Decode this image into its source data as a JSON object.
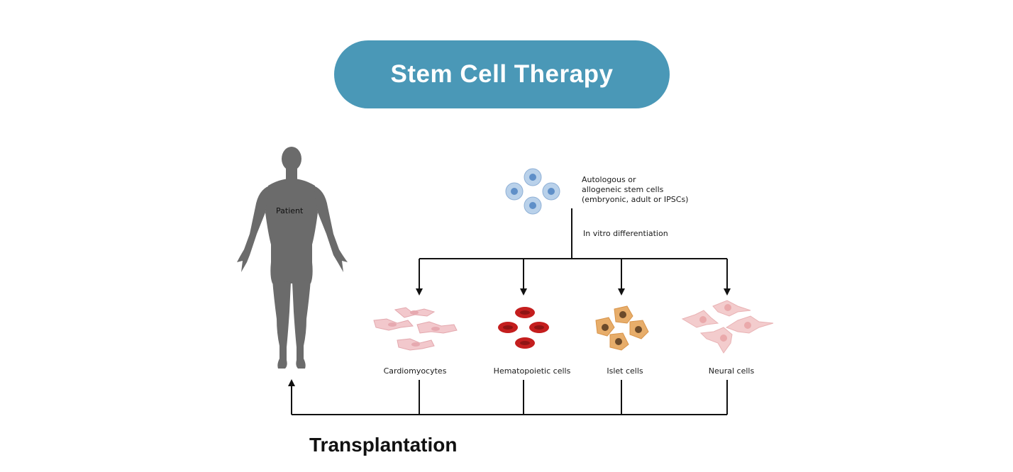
{
  "title": "Stem Cell Therapy",
  "patient_label": "Patient",
  "stem_cells_label": {
    "line1": "Autologous or",
    "line2": "allogeneic stem cells",
    "line3": "(embryonic, adult or IPSCs)"
  },
  "process_label": "In vitro differentiation",
  "cell_types": [
    {
      "label": "Cardiomyocytes"
    },
    {
      "label": "Hematopoietic cells"
    },
    {
      "label": "Islet cells"
    },
    {
      "label": "Neural cells"
    }
  ],
  "return_label": "Transplantation",
  "colors": {
    "pill": "#4a98b7",
    "silhouette": "#6b6b6b",
    "stem_cell": "#b9d1ea",
    "stem_nucleus": "#5f8fc8",
    "cardio": "#f2c8cc",
    "blood": "#c41e1e",
    "islet": "#e7ad6a",
    "islet_nucleus": "#6b4a2a",
    "neural": "#f3cccd",
    "line": "#111111"
  }
}
